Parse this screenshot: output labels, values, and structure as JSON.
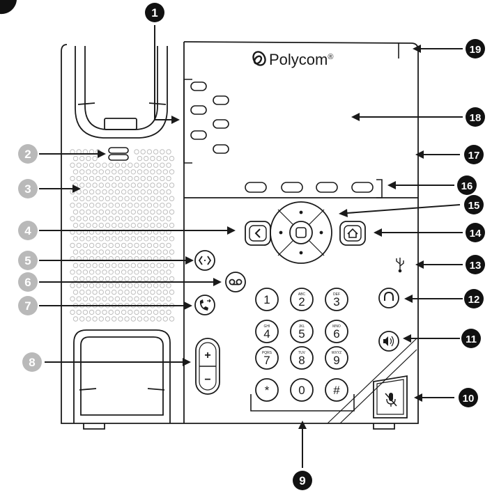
{
  "brand": {
    "name": "Polycom",
    "mark": "®"
  },
  "keypad": [
    {
      "digit": "1",
      "letters": ""
    },
    {
      "digit": "2",
      "letters": "ABC"
    },
    {
      "digit": "3",
      "letters": "DEF"
    },
    {
      "digit": "4",
      "letters": "GHI"
    },
    {
      "digit": "5",
      "letters": "JKL"
    },
    {
      "digit": "6",
      "letters": "MNO"
    },
    {
      "digit": "7",
      "letters": "PQRS"
    },
    {
      "digit": "8",
      "letters": "TUV"
    },
    {
      "digit": "9",
      "letters": "WXYZ"
    },
    {
      "digit": "*",
      "letters": ""
    },
    {
      "digit": "0",
      "letters": ""
    },
    {
      "digit": "#",
      "letters": ""
    }
  ],
  "volume": {
    "plus": "+",
    "minus": "−"
  },
  "callouts": [
    "1",
    "2",
    "3",
    "4",
    "5",
    "6",
    "7",
    "8",
    "9",
    "10",
    "11",
    "12",
    "13",
    "14",
    "15",
    "16",
    "17",
    "18",
    "19"
  ],
  "colors": {
    "line": "#1a1a1a",
    "callout_dark": "#111111",
    "callout_light": "#b9b9b9",
    "grille": "#bdbdbd"
  }
}
